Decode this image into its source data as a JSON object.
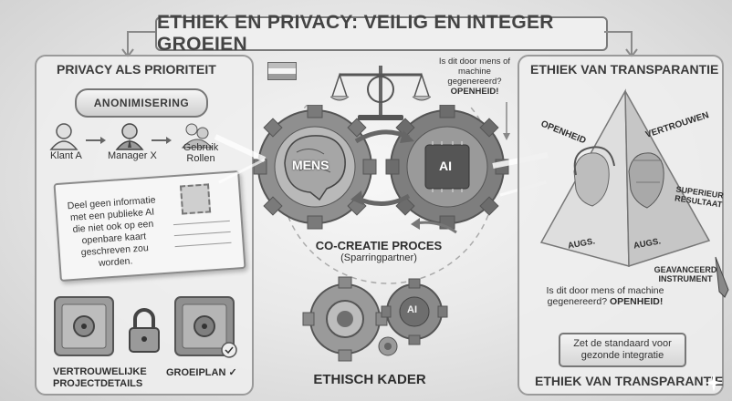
{
  "title": "ETHIEK EN PRIVACY: VEILIG EN INTEGER GROEIEN",
  "left": {
    "header": "PRIVACY ALS PRIORITEIT",
    "scroll_label": "ANONIMISERING",
    "flow": [
      "Klant A",
      "Manager X",
      "Gebruik Rollen"
    ],
    "postcard_text": "Deel geen informatie met een publieke AI die niet ook op een openbare kaart geschreven zou worden.",
    "vault_label_1": "VERTROUWELIJKE PROJECTDETAILS",
    "vault_label_2": "GROEIPLAN ✓"
  },
  "center": {
    "question_top": "Is dit door mens of machine gegenereerd?",
    "question_top_emph": "OPENHEID!",
    "gear_left": "MENS",
    "gear_right": "AI",
    "process_title": "CO-CREATIE PROCES",
    "process_sub": "(Sparringpartner)",
    "small_gear_label": "AI",
    "bottom_label": "ETHISCH KADER"
  },
  "right": {
    "header": "ETHIEK VAN TRANSPARANTIE",
    "pyramid_labels": [
      "OPENHEID",
      "VERTROUWEN",
      "SUPERIEUR RESULTAAT",
      "AUGS.",
      "AUGS.",
      "GEAVANCEERD INSTRUMENT"
    ],
    "question": "Is dit door mens of machine gegenereerd?",
    "question_emph": "OPENHEID!",
    "button": "Zet de standaard voor gezonde integratie",
    "footer": "ETHIEK VAN TRANSPARANTIE"
  }
}
